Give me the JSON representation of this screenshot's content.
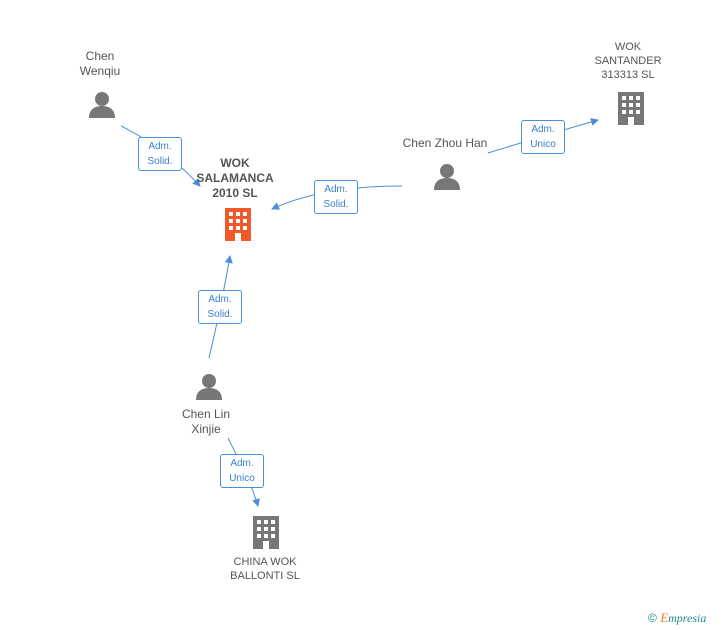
{
  "nodes": {
    "chen_wenqiu": {
      "line1": "Chen",
      "line2": "Wenqiu"
    },
    "wok_salamanca": {
      "line1": "WOK",
      "line2": "SALAMANCA",
      "line3": "2010 SL"
    },
    "chen_zhou_han": {
      "label": "Chen Zhou Han"
    },
    "wok_santander": {
      "line1": "WOK",
      "line2": "SANTANDER",
      "line3": "313313  SL"
    },
    "chen_lin_xinjie": {
      "line1": "Chen Lin",
      "line2": "Xinjie"
    },
    "china_wok_ballonti": {
      "line1": "CHINA WOK",
      "line2": "BALLONTI SL"
    }
  },
  "relations": {
    "wenqiu_salamanca": {
      "line1": "Adm.",
      "line2": "Solid."
    },
    "zhouhan_salamanca": {
      "line1": "Adm.",
      "line2": "Solid."
    },
    "zhouhan_santander": {
      "line1": "Adm.",
      "line2": "Unico"
    },
    "linxinjie_salamanca": {
      "line1": "Adm.",
      "line2": "Solid."
    },
    "linxinjie_ballonti": {
      "line1": "Adm.",
      "line2": "Unico"
    }
  },
  "colors": {
    "person_icon": "#777777",
    "company_icon": "#777777",
    "highlight_company_icon": "#f05a28",
    "edge": "#4a8fd8",
    "relation_text": "#3a7fc8"
  },
  "footer": {
    "copyright": "©",
    "brand_e": "E",
    "brand_rest": "mpresia"
  }
}
